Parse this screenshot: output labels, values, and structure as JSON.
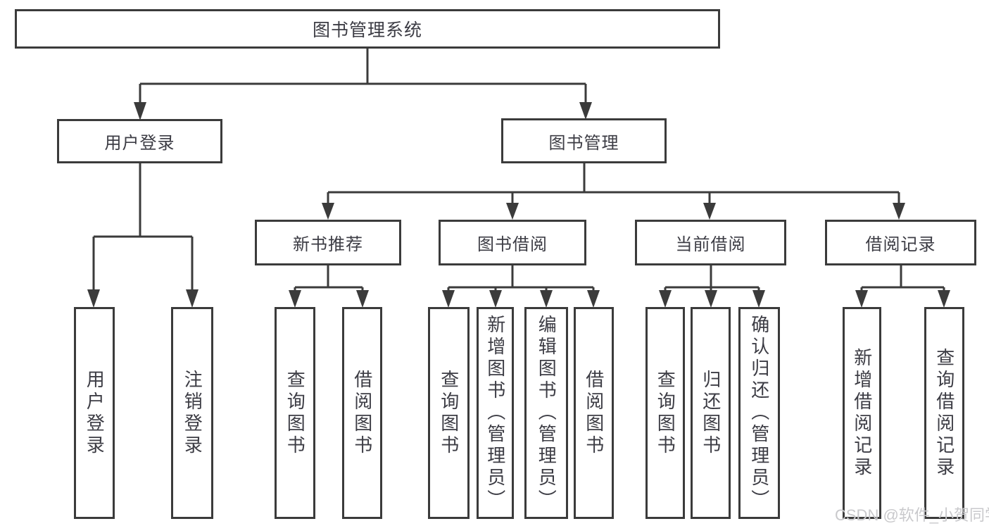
{
  "tree": {
    "label": "图书管理系统",
    "children": [
      {
        "label": "用户登录",
        "children": [
          {
            "label": "用户登录"
          },
          {
            "label": "注销登录"
          }
        ]
      },
      {
        "label": "图书管理",
        "children": [
          {
            "label": "新书推荐",
            "children": [
              {
                "label": "查询图书"
              },
              {
                "label": "借阅图书"
              }
            ]
          },
          {
            "label": "图书借阅",
            "children": [
              {
                "label": "查询图书"
              },
              {
                "label": "新增图书（管理员）"
              },
              {
                "label": "编辑图书（管理员）"
              },
              {
                "label": "借阅图书"
              }
            ]
          },
          {
            "label": "当前借阅",
            "children": [
              {
                "label": "查询图书"
              },
              {
                "label": "归还图书"
              },
              {
                "label": "确认归还（管理员）"
              }
            ]
          },
          {
            "label": "借阅记录",
            "children": [
              {
                "label": "新增借阅记录"
              },
              {
                "label": "查询借阅记录"
              }
            ]
          }
        ]
      }
    ]
  },
  "watermark": "CSDN @软件_小贺同学",
  "colors": {
    "line": "#3b3b3b",
    "text": "#3c3c44",
    "watermark": "#c9c9cc",
    "background": "#ffffff"
  }
}
